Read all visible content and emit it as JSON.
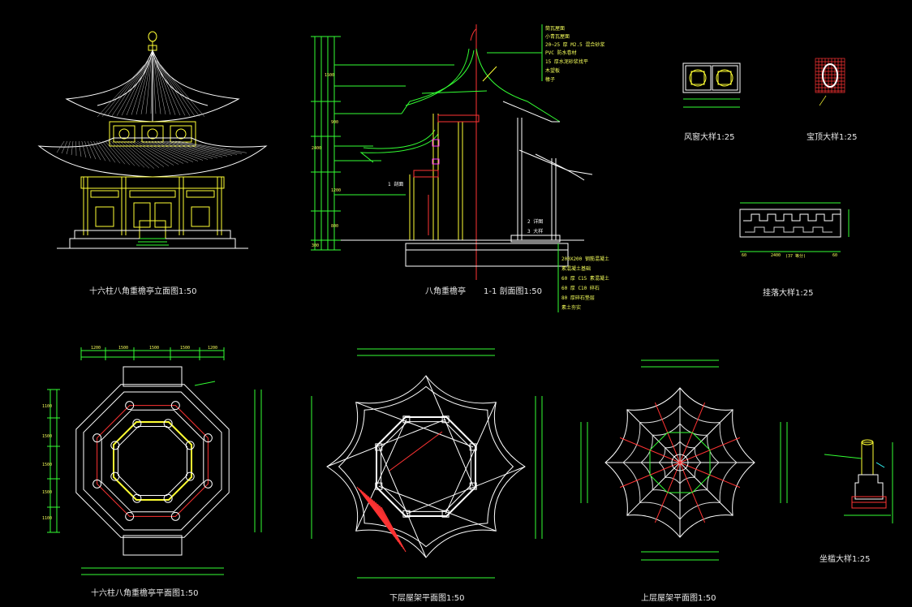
{
  "drawing": {
    "background": "#000000",
    "line_colors": {
      "yellow": "#ffff33",
      "green": "#33ff33",
      "white": "#ffffff",
      "red": "#ff3333",
      "magenta": "#ff33ff",
      "cyan": "#33ffff"
    }
  },
  "captions": {
    "elevation": "十六柱八角重檐亭立面图1:50",
    "section_left": "八角重檐亭",
    "section_right": "1-1   剖面图1:50",
    "window": "风窗大样1:25",
    "lattice": "宝顶大样1:25",
    "railing": "挂落大样1:25",
    "plan_floor": "十六柱八角重檐亭平面图1:50",
    "plan_lower_roof": "下层屋架平面图1:50",
    "plan_upper_roof": "上层屋架平面图1:50",
    "base": "坐槛大样1:25"
  },
  "section_notes": {
    "top": [
      "筒瓦屋面",
      "小青瓦屋面",
      "20~25 厚 M2.5 混合砂浆",
      "PVC 防水卷材",
      "15 厚水泥砂浆找平",
      "木望板",
      "椽子"
    ],
    "bottom": [
      "200X200 钢筋混凝土",
      "素混凝土基础",
      "60 厚 C15 素混凝土",
      "60 厚 C10 碎石",
      "80 厚碎石垫层",
      "素土夯实"
    ],
    "markers": [
      "1 剖面",
      "2 详图",
      "3 大样"
    ]
  },
  "dims": {
    "elevation_v": [
      "300",
      "2400",
      "1500",
      "900",
      "1200",
      "800"
    ],
    "plan_h": [
      "1200",
      "1500",
      "1500",
      "1500",
      "1200"
    ],
    "plan_v": [
      "1100",
      "1500",
      "1500",
      "1500",
      "1100"
    ],
    "railing": [
      "2400",
      "(37 等分)",
      "60",
      "60"
    ]
  }
}
